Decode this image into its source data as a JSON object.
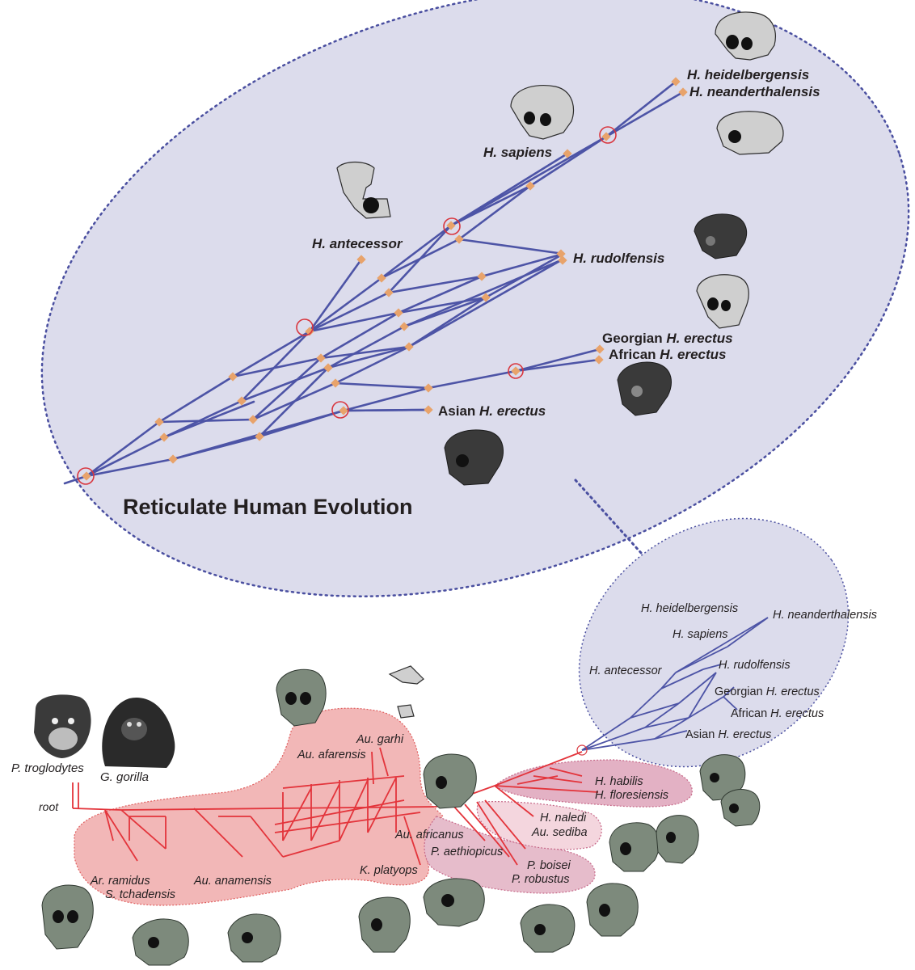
{
  "colors": {
    "ellipse_fill": "#dcdcec",
    "ellipse_border": "#4a4fa0",
    "reticulate_line": "#4d54a6",
    "node_marker": "#e8a36b",
    "hybrid_circle": "#d9363e",
    "tree_line": "#e3343b",
    "pink_region": "#f2b7b7",
    "pink_region_border": "#e06060",
    "mauve_region": "#e6bccb",
    "mauve_region_border": "#c76a8a"
  },
  "inset": {
    "title": "Reticulate Human Evolution",
    "labels": {
      "heidelbergensis": "H. heidelbergensis",
      "neanderthalensis": "H. neanderthalensis",
      "sapiens": "H. sapiens",
      "antecessor": "H. antecessor",
      "rudolfensis": "H. rudolfensis",
      "georgian_prefix": "Georgian ",
      "georgian_species": "H. erectus",
      "african_prefix": "African ",
      "african_species": "H. erectus",
      "asian_prefix": "Asian ",
      "asian_species": "H. erectus"
    }
  },
  "tree": {
    "labels": {
      "root": "root",
      "troglodytes": "P. troglodytes",
      "gorilla": "G. gorilla",
      "ramidus": "Ar. ramidus",
      "tchadensis": "S. tchadensis",
      "anamensis": "Au. anamensis",
      "platyops": "K. platyops",
      "afarensis": "Au. afarensis",
      "garhi": "Au. garhi",
      "africanus": "Au. africanus",
      "aethiopicus": "P. aethiopicus",
      "boisei": "P. boisei",
      "robustus": "P. robustus",
      "naledi": "H. naledi",
      "sediba": "Au. sediba",
      "habilis": "H. habilis",
      "floresiensis": "H. floresiensis"
    },
    "small_ellipse_labels": {
      "heidelbergensis": "H. heidelbergensis",
      "neanderthalensis": "H. neanderthalensis",
      "sapiens": "H. sapiens",
      "antecessor": "H. antecessor",
      "rudolfensis": "H. rudolfensis",
      "georgian_prefix": "Georgian ",
      "georgian_species": "H. erectus",
      "african_prefix": "African ",
      "african_species": "H. erectus",
      "asian_prefix": "Asian ",
      "asian_species": "H. erectus"
    }
  },
  "icons": [
    "chimpanzee-face-icon",
    "gorilla-face-icon",
    "skull-icon"
  ]
}
